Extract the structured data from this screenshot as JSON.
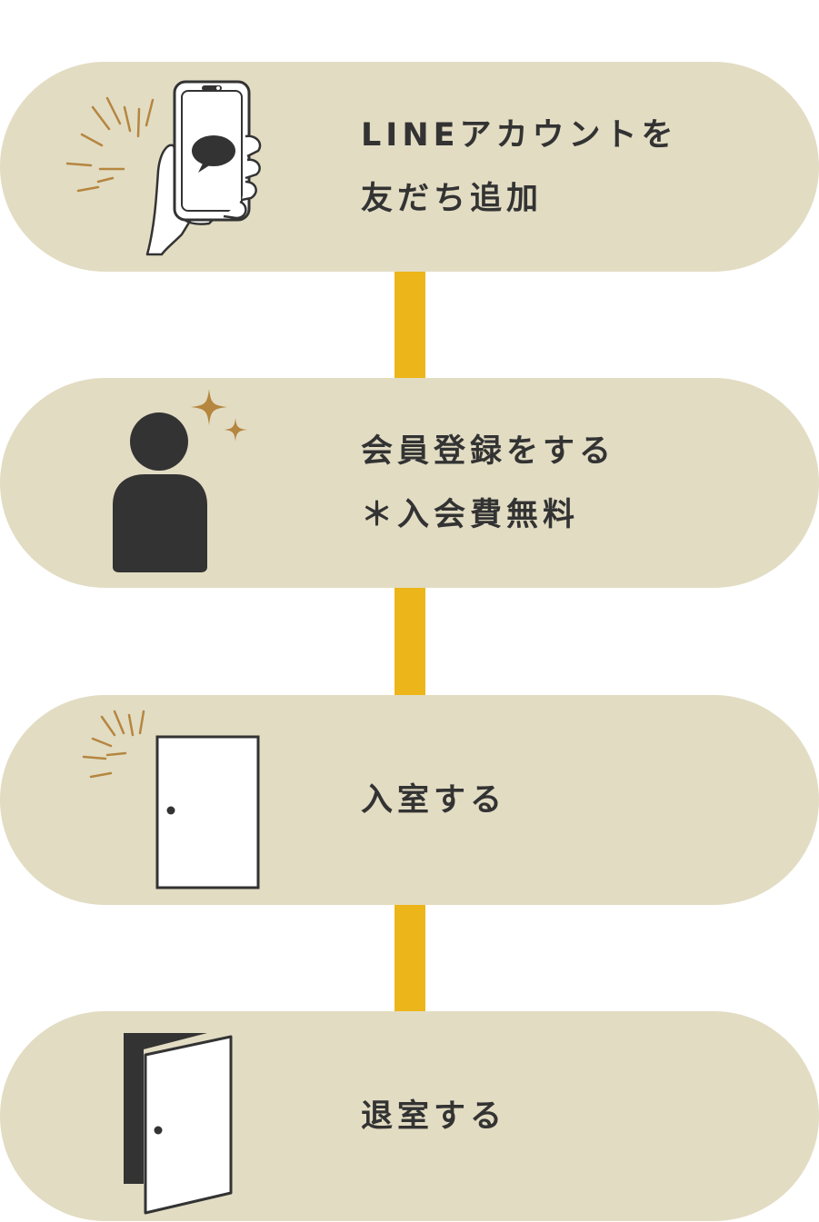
{
  "colors": {
    "pill_background": "#e2dcc3",
    "connector": "#ecb51a",
    "text": "#333333",
    "accent_gold": "#b5863f",
    "icon_dark": "#333333"
  },
  "steps": [
    {
      "icon": "hand-phone-chat-icon",
      "line1": "LINEアカウントを",
      "line2": "友だち追加"
    },
    {
      "icon": "member-sparkle-icon",
      "line1": "会員登録をする",
      "line2": "＊入会費無料"
    },
    {
      "icon": "closed-door-icon",
      "line1": "入室する"
    },
    {
      "icon": "open-door-icon",
      "line1": "退室する"
    }
  ]
}
